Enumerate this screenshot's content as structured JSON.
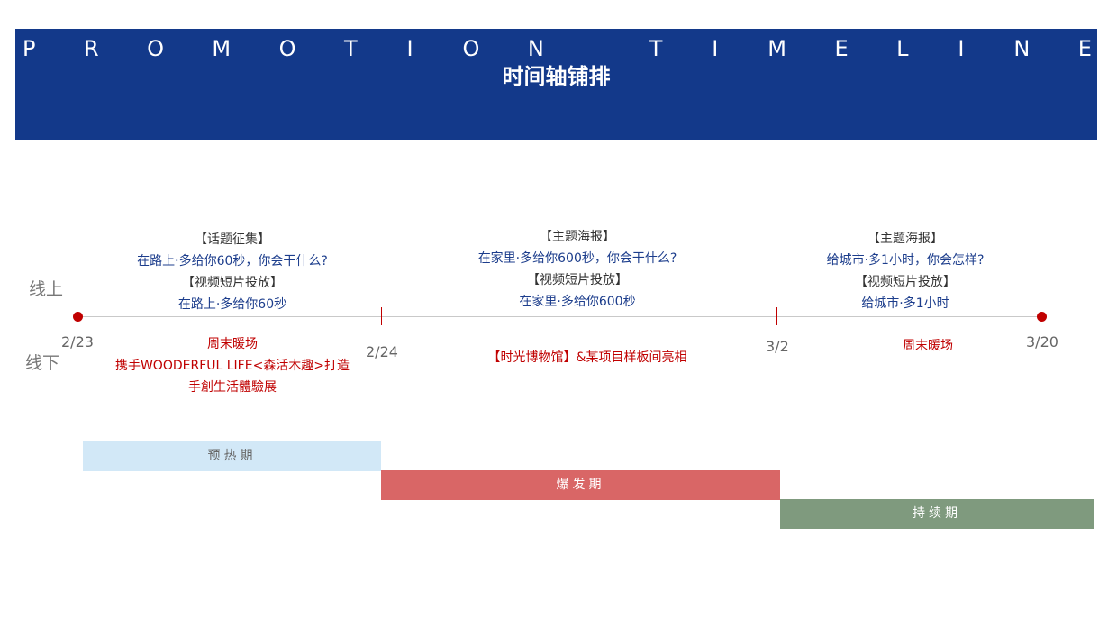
{
  "header": {
    "title_en_letters": [
      "P",
      "R",
      "O",
      "M",
      "O",
      "T",
      "I",
      "O",
      "N",
      "",
      "T",
      "I",
      "M",
      "E",
      "L",
      "I",
      "N",
      "E"
    ],
    "title_cn": "时间轴铺排"
  },
  "rows": {
    "online": "线上",
    "offline": "线下"
  },
  "dates": [
    "2/23",
    "2/24",
    "3/2",
    "3/20"
  ],
  "online_blocks": [
    {
      "lines": [
        "【话题征集】",
        "在路上·多给你60秒，你会干什么?",
        "【视频短片投放】",
        "在路上·多给你60秒"
      ]
    },
    {
      "lines": [
        "【主题海报】",
        "在家里·多给你600秒，你会干什么?",
        "【视频短片投放】",
        "在家里·多给你600秒"
      ]
    },
    {
      "lines": [
        "【主题海报】",
        "给城市·多1小时，你会怎样?",
        "【视频短片投放】",
        "给城市·多1小时"
      ]
    }
  ],
  "offline_blocks": [
    {
      "lines": [
        "周末暖场",
        "携手WOODERFUL LIFE<森活木趣>打造",
        "手創生活體驗展"
      ]
    },
    {
      "lines": [
        "【时光博物馆】&某项目样板间亮相"
      ]
    },
    {
      "lines": [
        "周末暖场"
      ]
    }
  ],
  "phases": [
    {
      "label": "预热期",
      "color": "#d2e8f7",
      "text_color": "#666666"
    },
    {
      "label": "爆发期",
      "color": "#d96666",
      "text_color": "#ffffff"
    },
    {
      "label": "持续期",
      "color": "#7f9a7e",
      "text_color": "#ffffff"
    }
  ]
}
